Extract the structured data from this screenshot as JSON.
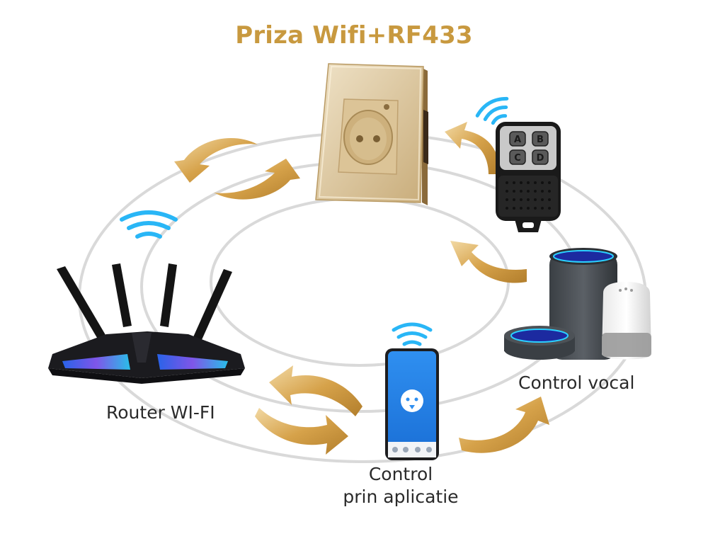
{
  "title": "Priza Wifi+RF433",
  "labels": {
    "router": "Router WI-FI",
    "vocal": "Control vocal",
    "app_line1": "Control",
    "app_line2": "prin aplicatie"
  },
  "remote": {
    "buttons": [
      "A",
      "B",
      "C",
      "D"
    ]
  },
  "colors": {
    "title": "#c8993f",
    "arrow_gold": "#d9a64a",
    "wifi_blue": "#29b6f6",
    "ring": "#d9d9d9",
    "socket_gold": "#d8c29a"
  },
  "icons": [
    "wifi-icon",
    "sync-arrows-icon",
    "curved-arrow-icon",
    "router-icon",
    "remote-control-icon",
    "smart-speaker-icon",
    "smartphone-icon",
    "wall-socket-icon"
  ]
}
